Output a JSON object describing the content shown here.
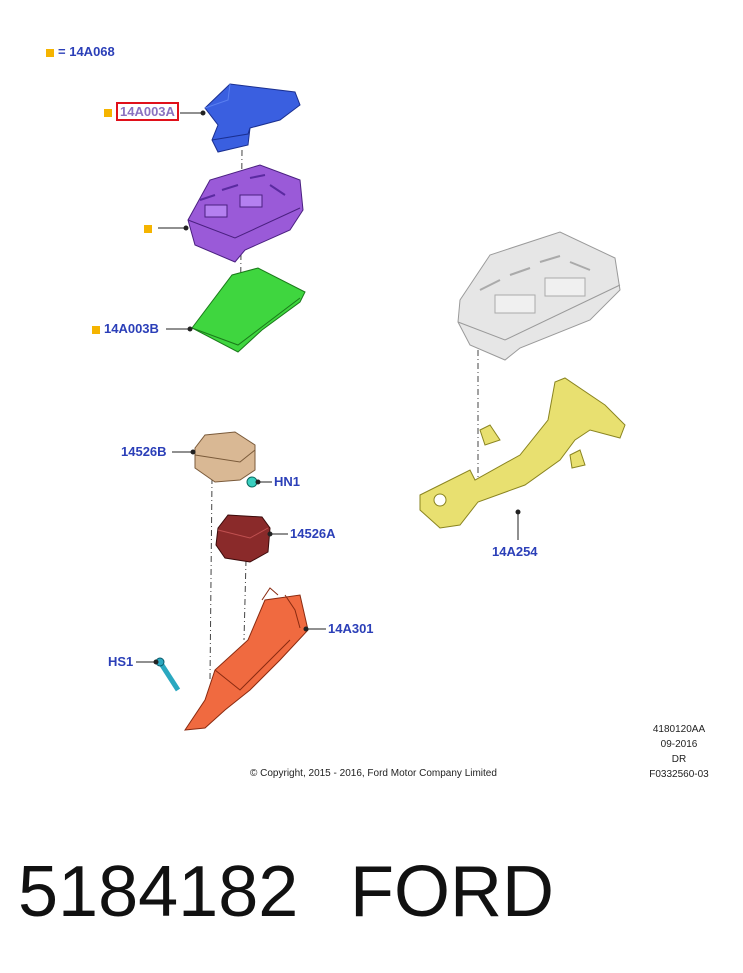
{
  "legend": {
    "symbol": "=",
    "code": "14A068"
  },
  "callouts": {
    "c14A003A": "14A003A",
    "c14A003B": "14A003B",
    "c14526B": "14526B",
    "cHN1": "HN1",
    "c14526A": "14526A",
    "c14A301": "14A301",
    "cHS1": "HS1",
    "c14A254": "14A254"
  },
  "meta": {
    "line1": "4180120AA",
    "line2": "09-2016",
    "line3": "DR",
    "line4": "F0332560-03"
  },
  "copyright": "© Copyright, 2015 - 2016, Ford Motor Company Limited",
  "footer": {
    "part_number": "5184182",
    "brand": "FORD"
  },
  "colors": {
    "callout_text": "#2b3fb8",
    "marker": "#f5b400",
    "highlight_box": "#e0101a",
    "cover": "#3a5fe0",
    "module": "#9a5ad8",
    "base_plate": "#3fd63f",
    "relay_b": "#d9b894",
    "relay_a": "#8a2a2a",
    "bracket_lower": "#f06a40",
    "bracket_right": "#e8e070",
    "fuse_box_ghost": "#d8d8d8"
  },
  "icons": [
    "marker-square-icon"
  ]
}
